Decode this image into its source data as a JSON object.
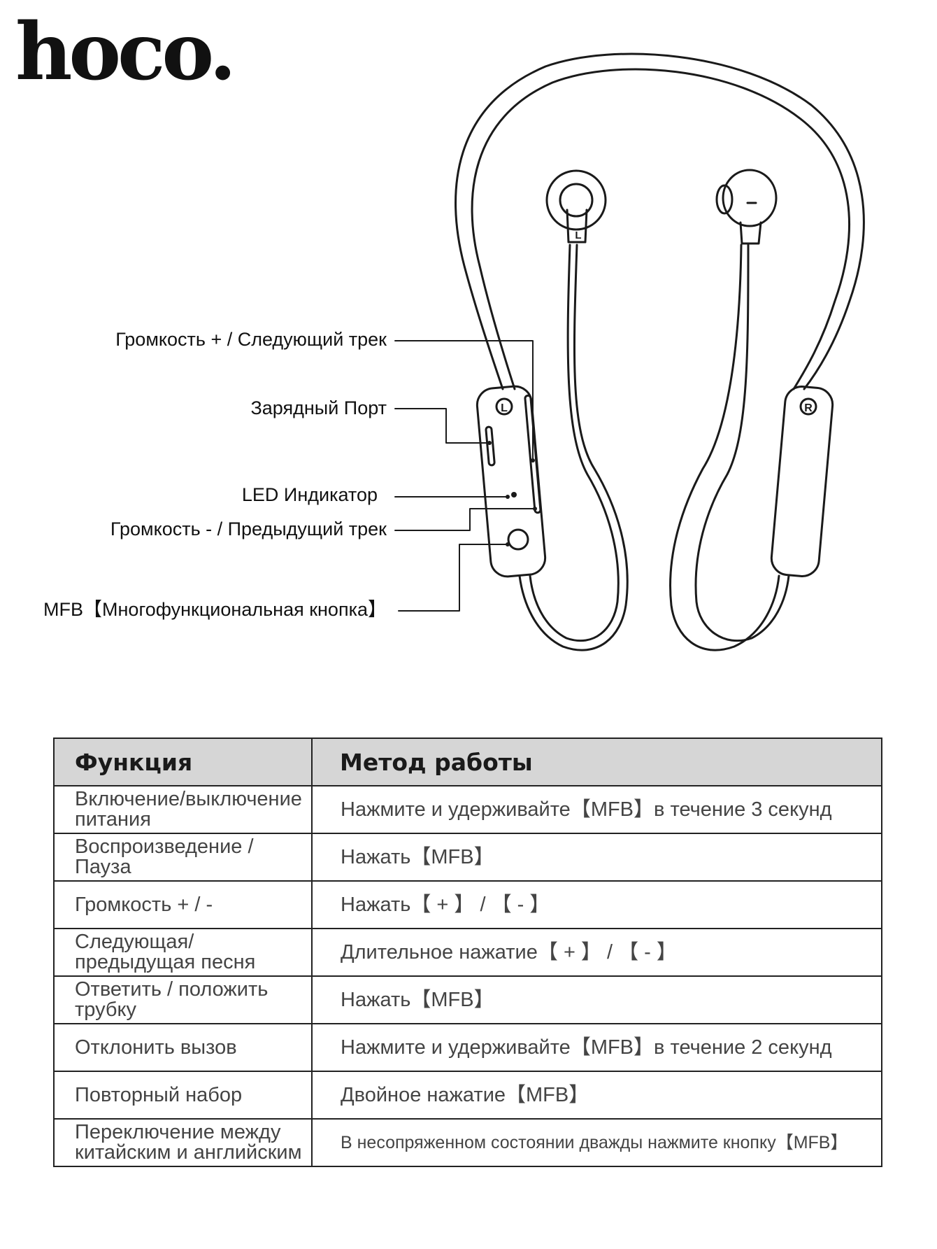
{
  "brand": {
    "logo_text": "hoco."
  },
  "callouts": [
    "Громкость + / Следующий трек",
    "Зарядный Порт",
    "LED Индикатор",
    "Громкость - / Предыдущий трек",
    "MFB【Многофункциональная кнопка】"
  ],
  "earbud_labels": {
    "left": "L",
    "right": "R"
  },
  "table": {
    "headers": [
      "Функция",
      "Метод работы"
    ],
    "rows": [
      [
        "Включение/выключение\nпитания",
        "Нажмите и удерживайте【MFB】в течение 3 секунд"
      ],
      [
        "Воспроизведение / Пауза",
        "Нажать【MFB】"
      ],
      [
        "Громкость + / -",
        "Нажать【 + 】 / 【 - 】"
      ],
      [
        "Следующая/\nпредыдущая песня",
        "Длительное нажатие【 + 】 / 【 - 】"
      ],
      [
        "Ответить / положить трубку",
        "Нажать【MFB】"
      ],
      [
        "Отклонить вызов",
        "Нажмите и удерживайте【MFB】в течение 2 секунд"
      ],
      [
        "Повторный набор",
        "Двойное нажатие【MFB】"
      ],
      [
        "Переключение между\nкитайским и английским",
        "В несопряженном состоянии дважды нажмите кнопку【MFB】"
      ]
    ]
  }
}
